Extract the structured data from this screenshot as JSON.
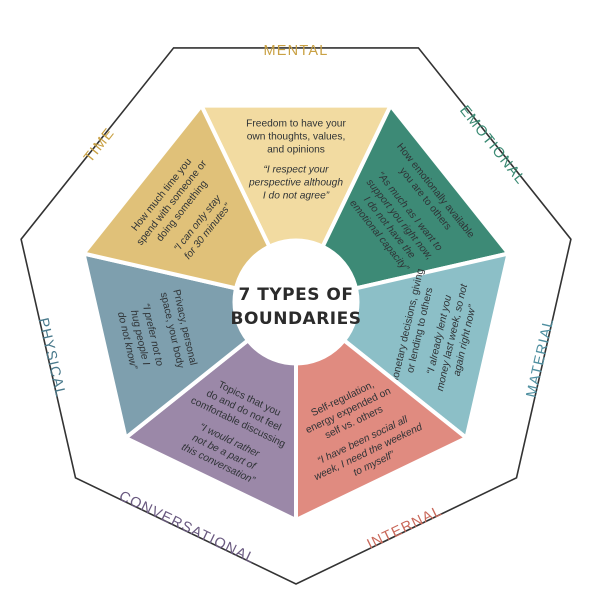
{
  "center": {
    "line1": "7 TYPES OF",
    "line2": "BOUNDARIES"
  },
  "segments": [
    {
      "key": "mental",
      "label": "MENTAL",
      "label_color": "#c9a144",
      "fill": "#f2dba1",
      "desc": [
        "Freedom to have your",
        "own thoughts, values,",
        "and opinions"
      ],
      "quote": [
        "“I respect your",
        "perspective although",
        "I do not agree”"
      ]
    },
    {
      "key": "emotional",
      "label": "EMOTIONAL",
      "label_color": "#3a8a73",
      "fill": "#3d8a76",
      "desc": [
        "How emotionally available",
        "you are to others"
      ],
      "quote": [
        "“As much as I want to",
        "support you right now,",
        "I do not have the",
        "emotional capacity”"
      ]
    },
    {
      "key": "material",
      "label": "MATERIAL",
      "label_color": "#4f8fa0",
      "fill": "#8cbfc7",
      "desc": [
        "Monetary decisions, giving",
        "or lending to others"
      ],
      "quote": [
        "“I already lent you",
        "money last week, so not",
        "again right now”"
      ]
    },
    {
      "key": "internal",
      "label": "INTERNAL",
      "label_color": "#c9685a",
      "fill": "#e08b80",
      "desc": [
        "Self-regulation,",
        "energy expended on",
        "self vs. others"
      ],
      "quote": [
        "“I have been social all",
        "week, I need the weekend",
        "to myself”"
      ]
    },
    {
      "key": "conversational",
      "label": "CONVERSATIONAL",
      "label_color": "#6a5a80",
      "fill": "#9b88a8",
      "desc": [
        "Topics that you",
        "do and do not feel",
        "comfortable discussing"
      ],
      "quote": [
        "“I would rather",
        "not be a part of",
        "this conversation”"
      ]
    },
    {
      "key": "physical",
      "label": "PHYSICAL",
      "label_color": "#4a7a8c",
      "fill": "#7e9fae",
      "desc": [
        "Privacy, personal",
        "space, your body"
      ],
      "quote": [
        "“I prefer not to",
        "hug people I",
        "do not know”"
      ]
    },
    {
      "key": "time",
      "label": "TIME",
      "label_color": "#c9a144",
      "fill": "#e0c179",
      "desc": [
        "How much time you",
        "spend with someone or",
        "doing something"
      ],
      "quote": [
        "“I can only stay",
        "for 30 minutes”"
      ]
    }
  ]
}
